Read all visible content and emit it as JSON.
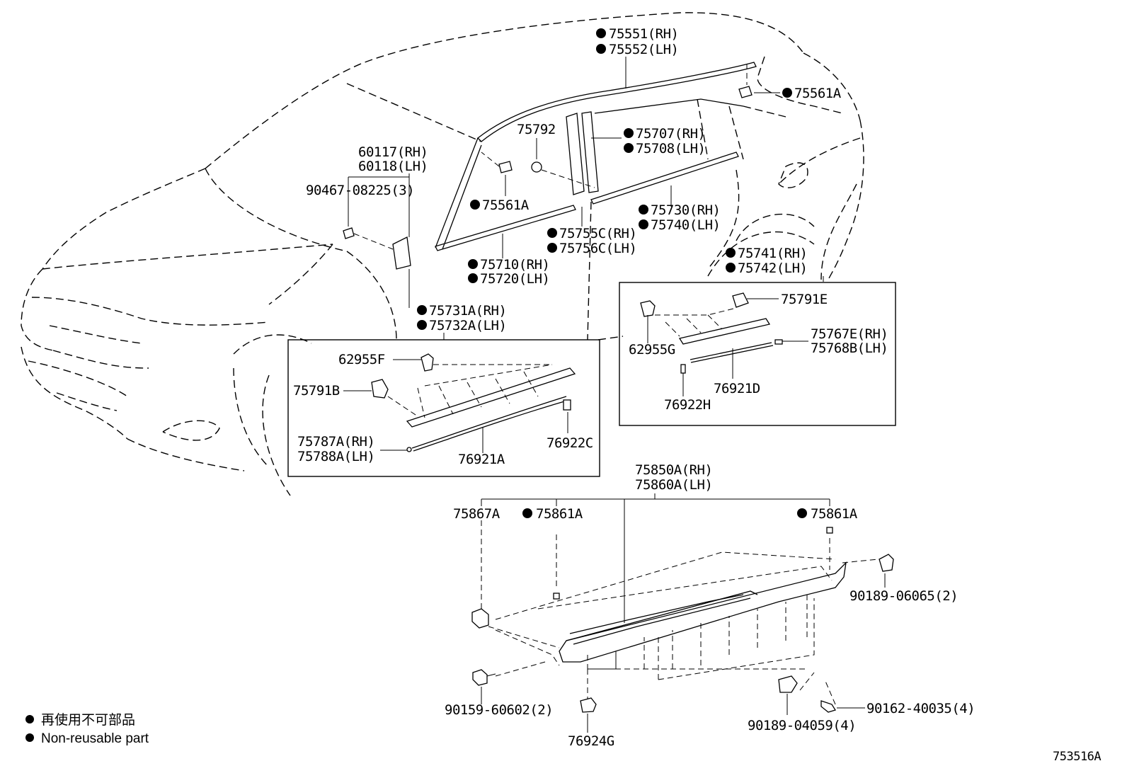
{
  "diagram_id": "753516A",
  "legend": {
    "ja": "再使用不可部品",
    "en": "Non-reusable part"
  },
  "callouts": {
    "p75551": "75551(RH)",
    "p75552": "75552(LH)",
    "p75561a_top": "75561A",
    "p75792": "75792",
    "p75707": "75707(RH)",
    "p75708": "75708(LH)",
    "p60117": "60117(RH)",
    "p60118": "60118(LH)",
    "p90467": "90467-08225(3)",
    "p75561a_mid": "75561A",
    "p75730": "75730(RH)",
    "p75740": "75740(LH)",
    "p75755c": "75755C(RH)",
    "p75756c": "75756C(LH)",
    "p75710": "75710(RH)",
    "p75720": "75720(LH)",
    "p75741": "75741(RH)",
    "p75742": "75742(LH)",
    "p75731a": "75731A(RH)",
    "p75732a": "75732A(LH)",
    "p75791e": "75791E",
    "p62955g": "62955G",
    "p75767e": "75767E(RH)",
    "p75768b": "75768B(LH)",
    "p76921d": "76921D",
    "p76922h": "76922H",
    "p62955f": "62955F",
    "p75791b": "75791B",
    "p75787a": "75787A(RH)",
    "p75788a": "75788A(LH)",
    "p76921a": "76921A",
    "p76922c": "76922C",
    "p75850a": "75850A(RH)",
    "p75860a": "75860A(LH)",
    "p75867a": "75867A",
    "p75861a_l": "75861A",
    "p75861a_r": "75861A",
    "p90189_06065": "90189-06065(2)",
    "p90159": "90159-60602(2)",
    "p76924g": "76924G",
    "p90189_04059": "90189-04059(4)",
    "p90162": "90162-40035(4)"
  }
}
